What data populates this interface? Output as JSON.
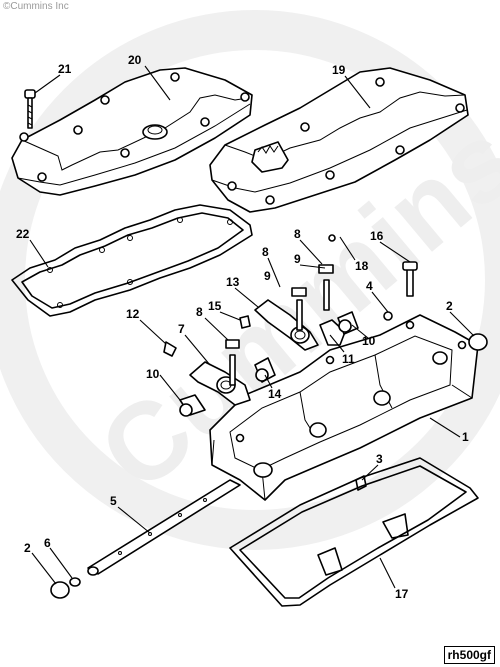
{
  "copyright": "©Cummins Inc",
  "figure_id": "rh500gf",
  "watermark_text": "Cummins",
  "callouts": [
    {
      "id": "c21",
      "label": "21"
    },
    {
      "id": "c20",
      "label": "20"
    },
    {
      "id": "c19",
      "label": "19"
    },
    {
      "id": "c22",
      "label": "22"
    },
    {
      "id": "c8a",
      "label": "8"
    },
    {
      "id": "c9a",
      "label": "9"
    },
    {
      "id": "c18",
      "label": "18"
    },
    {
      "id": "c16",
      "label": "16"
    },
    {
      "id": "c8b",
      "label": "8"
    },
    {
      "id": "c9b",
      "label": "9"
    },
    {
      "id": "c13",
      "label": "13"
    },
    {
      "id": "c4",
      "label": "4"
    },
    {
      "id": "c2a",
      "label": "2"
    },
    {
      "id": "c15",
      "label": "15"
    },
    {
      "id": "c12",
      "label": "12"
    },
    {
      "id": "c8c",
      "label": "8"
    },
    {
      "id": "c7",
      "label": "7"
    },
    {
      "id": "c10a",
      "label": "10"
    },
    {
      "id": "c11",
      "label": "11"
    },
    {
      "id": "c10b",
      "label": "10"
    },
    {
      "id": "c14",
      "label": "14"
    },
    {
      "id": "c1",
      "label": "1"
    },
    {
      "id": "c3",
      "label": "3"
    },
    {
      "id": "c5",
      "label": "5"
    },
    {
      "id": "c2b",
      "label": "2"
    },
    {
      "id": "c6",
      "label": "6"
    },
    {
      "id": "c17",
      "label": "17"
    }
  ]
}
